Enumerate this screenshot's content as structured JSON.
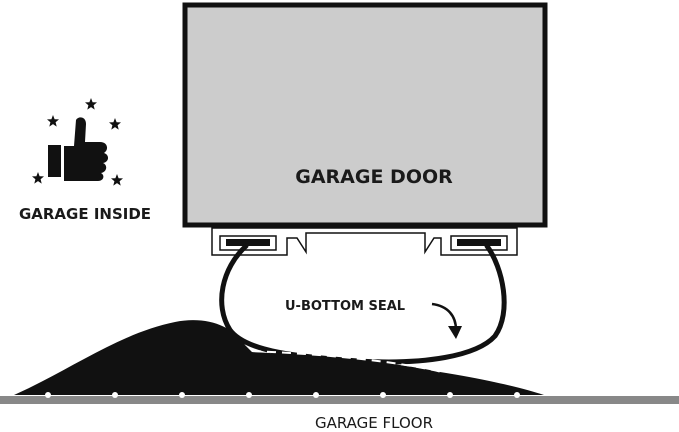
{
  "labels": {
    "garage_door": "GARAGE DOOR",
    "garage_inside": "GARAGE INSIDE",
    "u_bottom_seal": "U-BOTTOM SEAL",
    "garage_floor": "GARAGE FLOOR"
  },
  "icons": {
    "inside_marker": "thumbs-up-icon",
    "decoration": "star-icon"
  },
  "colors": {
    "door_fill": "#cccccc",
    "outline": "#111111",
    "floor": "#888888",
    "background": "#ffffff"
  }
}
